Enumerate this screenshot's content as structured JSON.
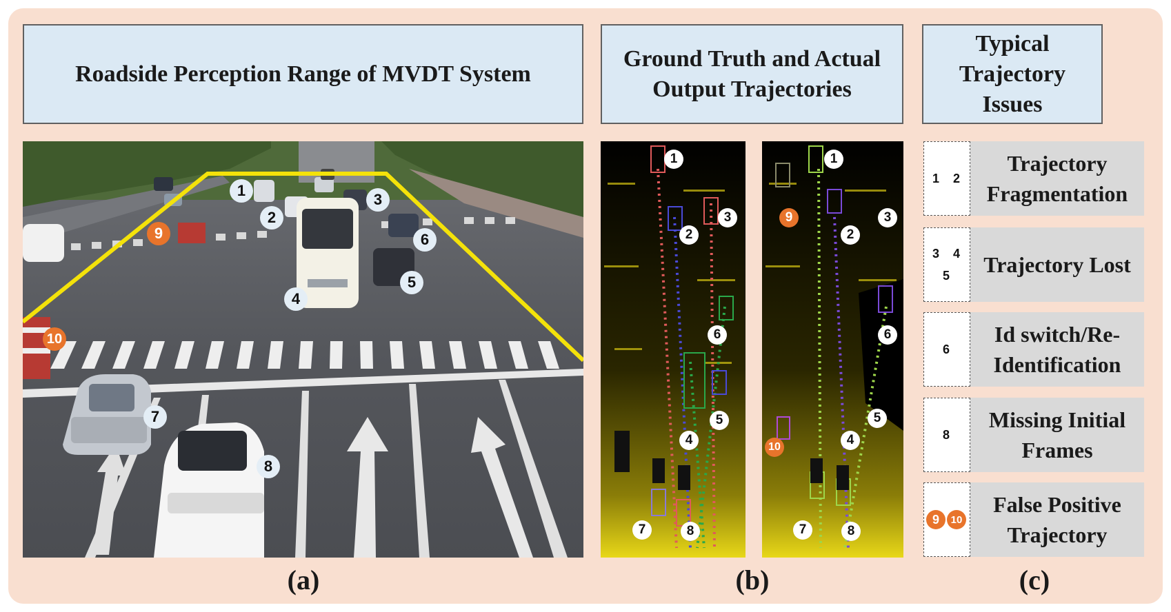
{
  "headers": {
    "a": "Roadside Perception Range of MVDT System",
    "b_line1": "Ground Truth and Actual",
    "b_line2": "Output Trajectories",
    "c_line1": "Typical Trajectory",
    "c_line2": "Issues"
  },
  "captions": {
    "a": "(a)",
    "b": "(b)",
    "c": "(c)"
  },
  "scene_labels": [
    "1",
    "2",
    "3",
    "4",
    "5",
    "6",
    "7",
    "8",
    "9",
    "10"
  ],
  "issues": [
    {
      "line1": "Trajectory",
      "line2": "Fragmentation",
      "ids": [
        "1",
        "2"
      ]
    },
    {
      "line1": "Trajectory Lost",
      "line2": "",
      "ids": [
        "3",
        "4",
        "5"
      ]
    },
    {
      "line1": "Id switch/Re-",
      "line2": "Identification",
      "ids": [
        "6"
      ]
    },
    {
      "line1": "Missing Initial",
      "line2": "Frames",
      "ids": [
        "8"
      ]
    },
    {
      "line1": "False Positive",
      "line2": "Trajectory",
      "ids": [
        "9",
        "10"
      ]
    }
  ],
  "colors": {
    "frame_bg": "#f9dfd0",
    "header_bg": "#dbe9f4",
    "issue_bg": "#d9d9d9",
    "range_outline": "#f4e20a",
    "false_positive_badge": "#e8742b"
  }
}
